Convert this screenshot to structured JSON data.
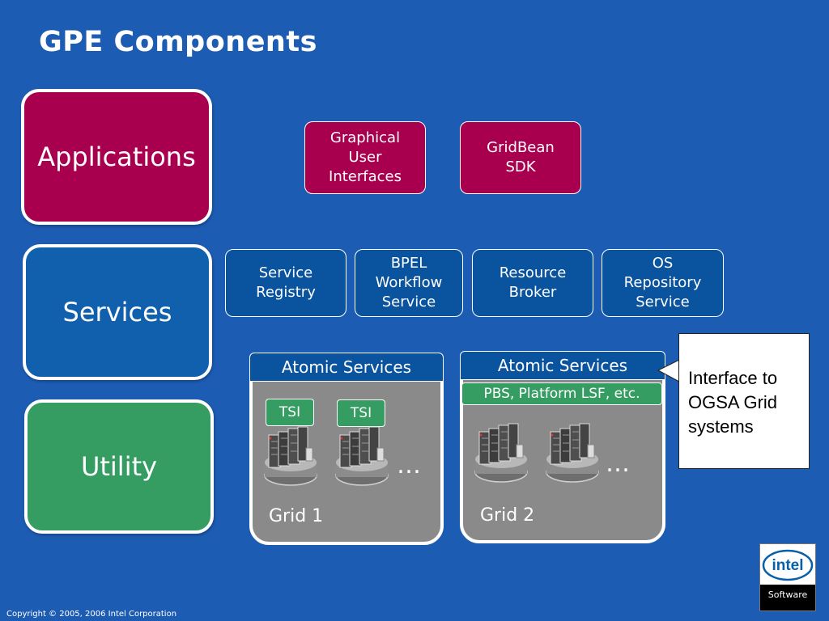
{
  "title": "GPE Components",
  "layers": {
    "applications": "Applications",
    "services": "Services",
    "utility": "Utility"
  },
  "app_boxes": {
    "gui": [
      "Graphical",
      "User",
      "Interfaces"
    ],
    "gridbean": [
      "GridBean",
      "SDK"
    ]
  },
  "service_boxes": {
    "registry": [
      "Service",
      "Registry"
    ],
    "bpel": [
      "BPEL",
      "Workflow",
      "Service"
    ],
    "broker": [
      "Resource",
      "Broker"
    ],
    "os_repo": [
      "OS",
      "Repository",
      "Service"
    ]
  },
  "grid1": {
    "atomic": "Atomic Services",
    "tsi_1": "TSI",
    "tsi_2": "TSI",
    "ellipsis": "…",
    "label": "Grid 1"
  },
  "grid2": {
    "atomic": "Atomic Services",
    "pbs": "PBS, Platform LSF, etc.",
    "ellipsis": "…",
    "label": "Grid 2"
  },
  "callout": [
    "Interface to",
    "OGSA Grid",
    "systems"
  ],
  "copyright": "Copyright © 2005, 2006 Intel Corporation",
  "logo": {
    "brand": "intel",
    "sub": "Software"
  },
  "colors": {
    "background": "#1d5cb3",
    "applications": "#a8004f",
    "services": "#1060ad",
    "utility": "#359d62",
    "grid_panel": "#8a8a8a"
  }
}
